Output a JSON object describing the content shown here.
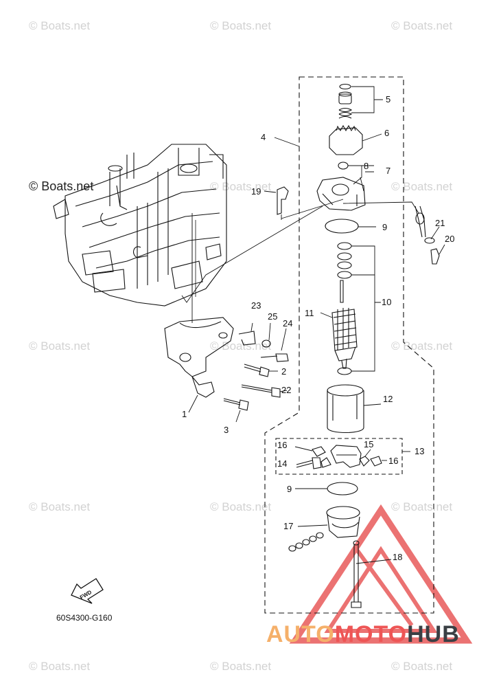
{
  "watermark_text": "© Boats.net",
  "diagram_code": "60S4300-G160",
  "fwd_label": "FWD",
  "brand": {
    "part1": "AUTO",
    "part2": "MOTO",
    "part3": "HUB"
  },
  "callouts": {
    "c1": "1",
    "c2": "2",
    "c3": "3",
    "c4": "4",
    "c5": "5",
    "c6": "6",
    "c7": "7",
    "c8": "8",
    "c9a": "9",
    "c9b": "9",
    "c10": "10",
    "c11": "11",
    "c12": "12",
    "c13": "13",
    "c14": "14",
    "c15": "15",
    "c16a": "16",
    "c16b": "16",
    "c17": "17",
    "c18": "18",
    "c19": "19",
    "c20": "20",
    "c21": "21",
    "c22": "22",
    "c23": "23",
    "c24": "24",
    "c25": "25"
  },
  "colors": {
    "line": "#111111",
    "watermark": "#d2d2d2",
    "logo_red": "#e85a5a",
    "logo_orange": "#f5b06a",
    "logo_dark": "#3a3f44"
  }
}
